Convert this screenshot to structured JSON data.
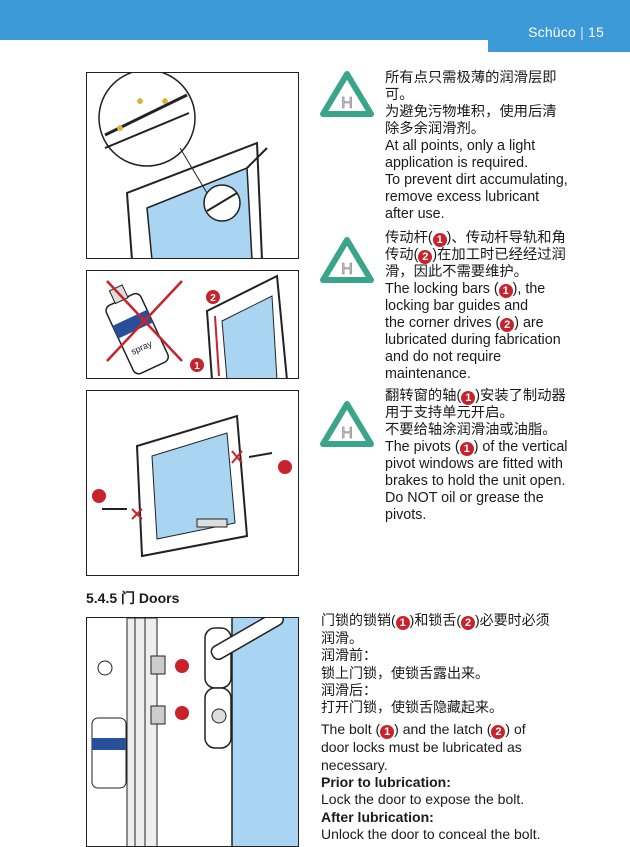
{
  "header": {
    "brand": "Schüco",
    "separator": "|",
    "page_number": "15"
  },
  "warning_icon_letter": "H",
  "blocks": [
    {
      "lines": [
        "所有点只需极薄的润滑层即",
        "可。",
        "为避免污物堆积，使用后清",
        "除多余润滑剂。",
        "At all points, only a light",
        "application is required.",
        "To prevent dirt accumulating,",
        "remove excess lubricant",
        "after use."
      ]
    },
    {
      "lines": [
        "传动杆(❶)、传动杆导轨和角",
        "传动(❷)在加工时已经经过润",
        "滑，因此不需要维护。",
        "The locking bars (❶), the",
        "locking bar guides and",
        "the corner drives (❷) are",
        "lubricated during fabrication",
        "and do not require",
        "maintenance."
      ]
    },
    {
      "lines": [
        "翻转窗的轴(❶)安装了制动器",
        "用于支持单元开启。",
        "不要给轴涂润滑油或油脂。",
        "The pivots (❶) of the vertical",
        "pivot windows are fitted with",
        "brakes to hold the unit open.",
        "Do NOT oil or grease the",
        "pivots."
      ]
    }
  ],
  "section": {
    "number": "5.4.5",
    "title": "门 Doors"
  },
  "doors": {
    "zh_lines": [
      "门锁的锁销(❶)和锁舌(❷)必要时必须",
      "润滑。",
      "润滑前：",
      "锁上门锁，使锁舌露出来。",
      "润滑后：",
      "打开门锁，使锁舌隐藏起来。"
    ],
    "en_lines": [
      "The bolt (❶) and the latch (❷) of",
      "door locks must be lubricated as",
      "necessary."
    ],
    "prior_label": "Prior to lubrication:",
    "prior_text": "Lock the door to expose the bolt.",
    "after_label": "After lubrication:",
    "after_text": "Unlock the door to conceal the bolt."
  },
  "illustrations": {
    "spray_label": "spray",
    "callout_1": "1",
    "callout_2": "2"
  },
  "colors": {
    "header": "#3d9ad8",
    "warning": "#3aa58a",
    "callout": "#c8232c",
    "glass": "#a9d4f2"
  }
}
